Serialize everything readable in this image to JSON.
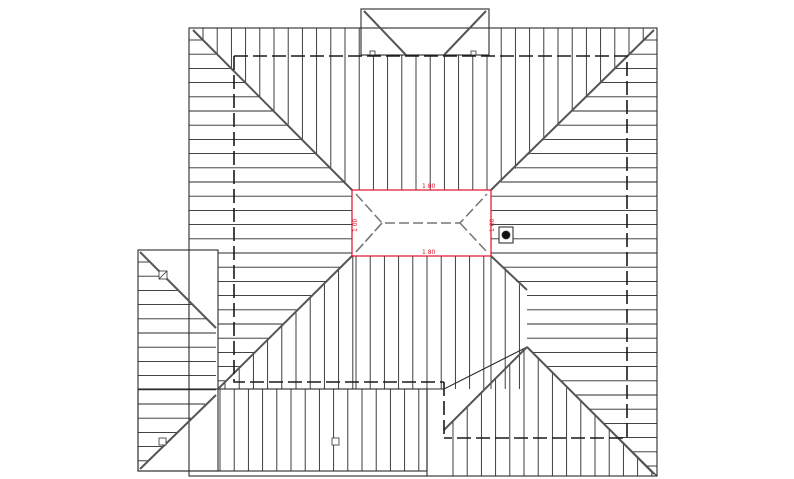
{
  "drawing": {
    "line_color": "#2a2a2a",
    "hip_color": "#555555",
    "skylight_color": "#e0102a",
    "dimension_top": "1 80",
    "dimension_bottom": "1 80",
    "dimension_left": "1 00",
    "dimension_right": "1 00"
  },
  "icons": [
    "vent-icon",
    "chimney-icon",
    "drain-icon",
    "marker-icon"
  ]
}
